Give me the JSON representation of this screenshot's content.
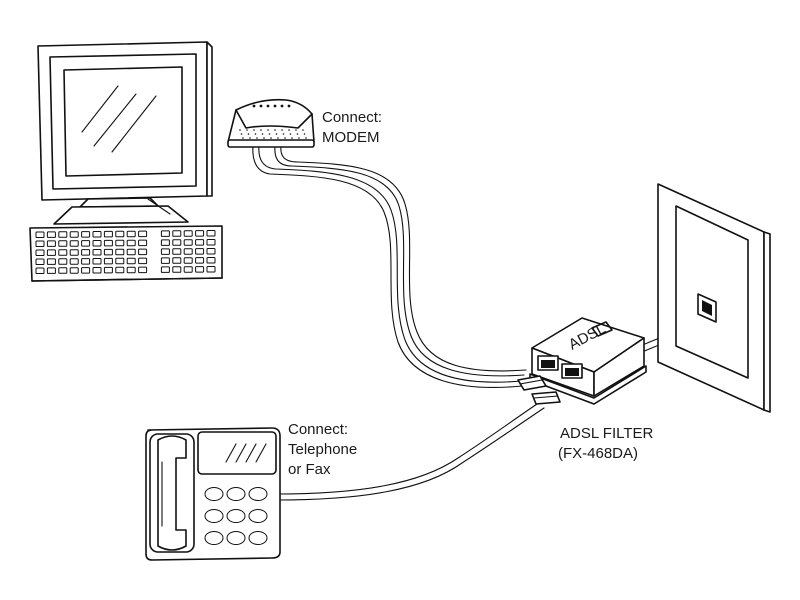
{
  "labels": {
    "modem_connect": "Connect:",
    "modem_device": "MODEM",
    "phone_connect": "Connect:",
    "phone_device": "Telephone",
    "phone_device2": "or Fax",
    "filter_name": "ADSL FILTER",
    "filter_model": "(FX-468DA)",
    "filter_body_text": "ADSL"
  },
  "icons": [
    "computer-monitor-icon",
    "keyboard-icon",
    "modem-icon",
    "adsl-filter-icon",
    "wall-jack-icon",
    "telephone-icon"
  ]
}
